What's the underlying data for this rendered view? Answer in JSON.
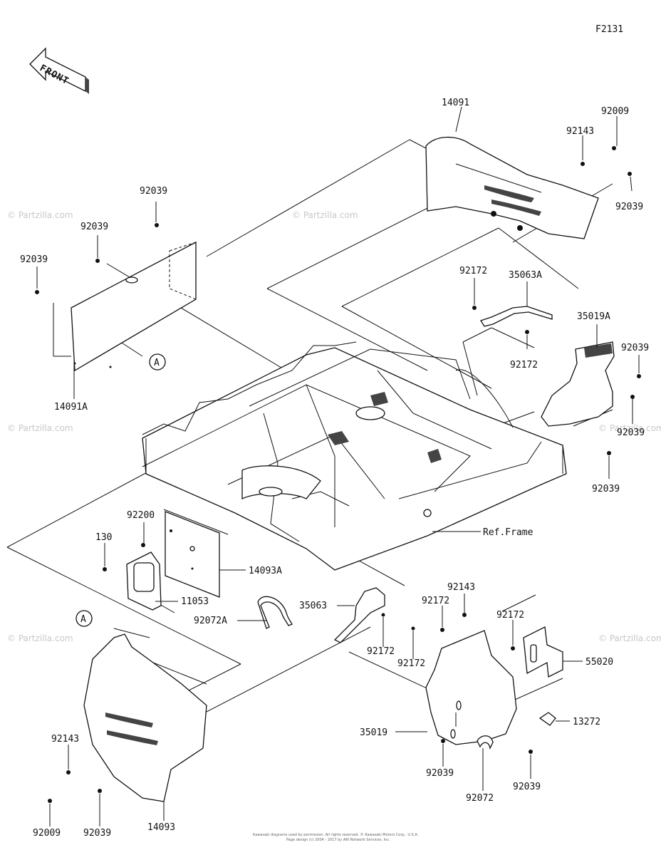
{
  "figure_code": "F2131",
  "front_label": "FRONT",
  "callout_ref": "A",
  "ref_frame": "Ref.Frame",
  "watermark": "© Partzilla.com",
  "footer": {
    "line1": "Kawasaki diagrams used by permission. All rights reserved. © Kawasaki Motors Corp., U.S.A.",
    "line2": "Page design (c) 2004 - 2017 by ARI Network Services, Inc."
  },
  "parts": {
    "p14091": "14091",
    "p92009_tr": "92009",
    "p92143_tr": "92143",
    "p92039_tr": "92039",
    "p92039_a": "92039",
    "p92039_b": "92039",
    "p92039_c": "92039",
    "p14091A": "14091A",
    "p92172_a": "92172",
    "p35063A": "35063A",
    "p92172_b": "92172",
    "p35019A": "35019A",
    "p92039_r1": "92039",
    "p92039_r2": "92039",
    "p92039_r3": "92039",
    "p92200": "92200",
    "p130": "130",
    "p14093A": "14093A",
    "p11053": "11053",
    "p92072A": "92072A",
    "p35063": "35063",
    "p92143_m": "92143",
    "p92172_c": "92172",
    "p92172_d": "92172",
    "p92172_e": "92172",
    "p92172_f": "92172",
    "p55020": "55020",
    "p13272": "13272",
    "p35019": "35019",
    "p92039_m1": "92039",
    "p92039_m2": "92039",
    "p92072": "92072",
    "p92143_bl": "92143",
    "p92009_bl": "92009",
    "p92039_bl": "92039",
    "p14093": "14093"
  }
}
